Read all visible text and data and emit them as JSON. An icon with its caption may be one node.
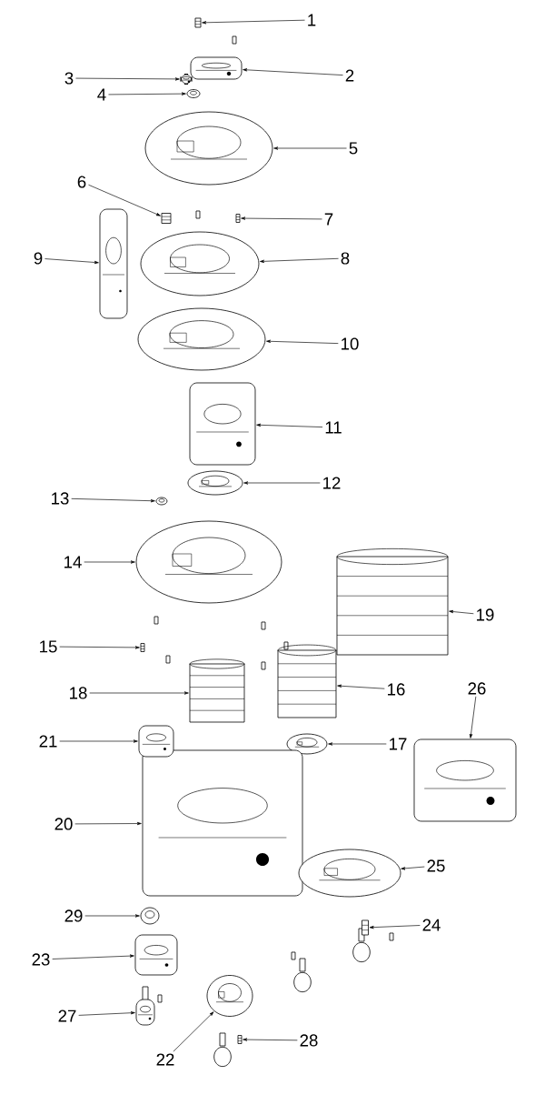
{
  "diagram": {
    "nodes": [
      {
        "text": [
          "1"
        ]
      },
      {
        "text": [
          "2"
        ]
      },
      {
        "text": [
          "3"
        ]
      },
      {
        "text": [
          "4"
        ]
      },
      {
        "text": [
          "5"
        ]
      },
      {
        "text": [
          "6"
        ]
      },
      {
        "text": [
          "7"
        ]
      },
      {
        "text": [
          "8"
        ]
      },
      {
        "text": [
          "9"
        ]
      },
      {
        "text": [
          "10"
        ]
      },
      {
        "text": [
          "11"
        ]
      },
      {
        "text": [
          "12"
        ]
      },
      {
        "text": [
          "13"
        ]
      },
      {
        "text": [
          "14"
        ]
      },
      {
        "text": [
          "15"
        ]
      },
      {
        "text": [
          "16"
        ]
      },
      {
        "text": [
          "17"
        ]
      },
      {
        "text": [
          "18"
        ]
      },
      {
        "text": [
          "19"
        ]
      },
      {
        "text": [
          "20"
        ]
      },
      {
        "text": [
          "21"
        ]
      },
      {
        "text": [
          "22"
        ]
      },
      {
        "text": [
          "23"
        ]
      },
      {
        "text": [
          "24"
        ]
      },
      {
        "text": [
          "25"
        ]
      },
      {
        "text": [
          "26"
        ]
      },
      {
        "text": [
          "27"
        ]
      },
      {
        "text": [
          "28"
        ]
      },
      {
        "text": [
          "29"
        ]
      },
      {
        "text": [],
        "shape": "picture"
      },
      {
        "text": [],
        "shape": "picture"
      },
      {
        "text": [],
        "shape": "picture"
      },
      {
        "text": [],
        "shape": "picture"
      },
      {
        "text": [],
        "shape": "picture"
      },
      {
        "text": [],
        "shape": "picture"
      },
      {
        "text": [],
        "shape": "picture"
      },
      {
        "text": [],
        "shape": "picture"
      },
      {
        "text": [],
        "shape": "picture"
      },
      {
        "text": [],
        "shape": "picture"
      },
      {
        "text": [],
        "shape": "picture"
      },
      {
        "text": [],
        "shape": "picture"
      },
      {
        "text": [],
        "shape": "picture"
      },
      {
        "text": [],
        "shape": "picture"
      },
      {
        "text": [],
        "shape": "picture"
      },
      {
        "text": [],
        "shape": "picture"
      },
      {
        "text": [],
        "shape": "picture"
      },
      {
        "text": [],
        "shape": "picture"
      },
      {
        "text": [],
        "shape": "picture"
      },
      {
        "text": [],
        "shape": "picture"
      },
      {
        "text": [],
        "shape": "picture"
      },
      {
        "text": [],
        "shape": "picture"
      },
      {
        "text": [],
        "shape": "picture"
      },
      {
        "text": [],
        "shape": "picture"
      },
      {
        "text": [],
        "shape": "picture"
      },
      {
        "text": [],
        "shape": "picture"
      },
      {
        "text": [],
        "shape": "picture"
      },
      {
        "text": [],
        "shape": "picture"
      },
      {
        "text": [],
        "shape": "picture"
      }
    ],
    "edges": [
      {
        "from": 0,
        "to": 29,
        "arrow": "to"
      },
      {
        "from": 1,
        "to": 30,
        "arrow": "to"
      },
      {
        "from": 2,
        "to": 31,
        "arrow": "to"
      },
      {
        "from": 3,
        "to": 32,
        "arrow": "to"
      },
      {
        "from": 4,
        "to": 33,
        "arrow": "to"
      },
      {
        "from": 5,
        "to": 34,
        "arrow": "to"
      },
      {
        "from": 6,
        "to": 35,
        "arrow": "to"
      },
      {
        "from": 7,
        "to": 36,
        "arrow": "to"
      },
      {
        "from": 8,
        "to": 37,
        "arrow": "to"
      },
      {
        "from": 9,
        "to": 38,
        "arrow": "to"
      },
      {
        "from": 10,
        "to": 39,
        "arrow": "to"
      },
      {
        "from": 11,
        "to": 40,
        "arrow": "to"
      },
      {
        "from": 12,
        "to": 41,
        "arrow": "to"
      },
      {
        "from": 13,
        "to": 42,
        "arrow": "to"
      },
      {
        "from": 14,
        "to": 43,
        "arrow": "to"
      },
      {
        "from": 15,
        "to": 44,
        "arrow": "to"
      },
      {
        "from": 16,
        "to": 45,
        "arrow": "to"
      },
      {
        "from": 17,
        "to": 46,
        "arrow": "to"
      },
      {
        "from": 18,
        "to": 47,
        "arrow": "to"
      },
      {
        "from": 19,
        "to": 48,
        "arrow": "to"
      },
      {
        "from": 20,
        "to": 49,
        "arrow": "to"
      },
      {
        "from": 21,
        "to": 50,
        "arrow": "to"
      },
      {
        "from": 22,
        "to": 51,
        "arrow": "to"
      },
      {
        "from": 23,
        "to": 52,
        "arrow": "to"
      },
      {
        "from": 24,
        "to": 53,
        "arrow": "to"
      },
      {
        "from": 25,
        "to": 54,
        "arrow": "to"
      },
      {
        "from": 26,
        "to": 55,
        "arrow": "to"
      },
      {
        "from": 27,
        "to": 56,
        "arrow": "to"
      },
      {
        "from": 28,
        "to": 57,
        "arrow": "to"
      }
    ]
  }
}
